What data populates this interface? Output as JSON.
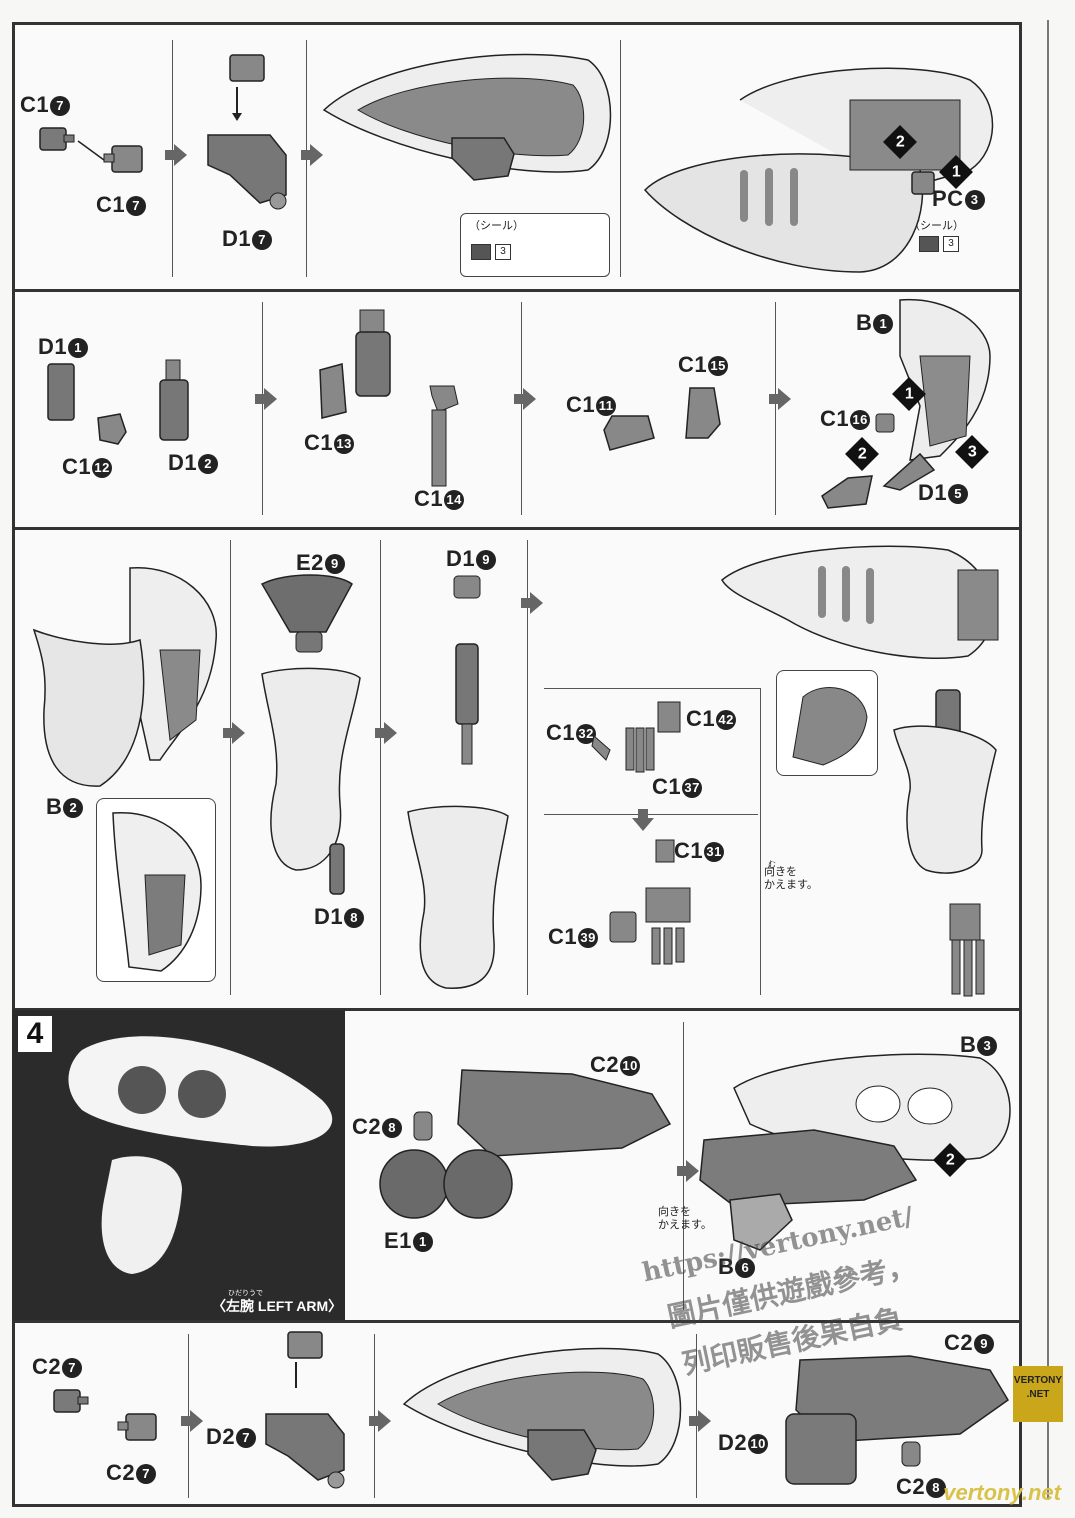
{
  "row1": {
    "labels": {
      "c17a": "C1",
      "c17a_n": "7",
      "c17b": "C1",
      "c17b_n": "7",
      "d17": "D1",
      "d17_n": "7",
      "pc3": "PC",
      "pc3_n": "3"
    },
    "steps": [
      "2",
      "1"
    ],
    "seal_left": {
      "title": "（シール）",
      "num": "3"
    },
    "seal_right": {
      "title": "（シール）",
      "num": "3"
    }
  },
  "row2": {
    "labels": {
      "d11": "D1",
      "d11_n": "1",
      "c112": "C1",
      "c112_n": "12",
      "d12": "D1",
      "d12_n": "2",
      "c113": "C1",
      "c113_n": "13",
      "c114": "C1",
      "c114_n": "14",
      "c111": "C1",
      "c111_n": "11",
      "c115": "C1",
      "c115_n": "15",
      "b1": "B",
      "b1_n": "1",
      "c116": "C1",
      "c116_n": "16",
      "d15": "D1",
      "d15_n": "5"
    },
    "steps": [
      "1",
      "2",
      "3"
    ]
  },
  "row3": {
    "labels": {
      "b2": "B",
      "b2_n": "2",
      "e29": "E2",
      "e29_n": "9",
      "d18": "D1",
      "d18_n": "8",
      "d19": "D1",
      "d19_n": "9",
      "c132": "C1",
      "c132_n": "32",
      "c142": "C1",
      "c142_n": "42",
      "c137": "C1",
      "c137_n": "37",
      "c131": "C1",
      "c131_n": "31",
      "c139": "C1",
      "c139_n": "39"
    },
    "note_ruby": "む",
    "note": "向きを\nかえます。"
  },
  "row4": {
    "step_number": "4",
    "caption_ruby": "ひだりうで",
    "caption": "〈左腕 LEFT ARM〉",
    "labels": {
      "c28": "C2",
      "c28_n": "8",
      "c210": "C2",
      "c210_n": "10",
      "e11": "E1",
      "e11_n": "1",
      "b3": "B",
      "b3_n": "3",
      "b6": "B",
      "b6_n": "6"
    },
    "steps": [
      "2"
    ],
    "note": "向きを\nかえます。"
  },
  "row5": {
    "labels": {
      "c27a": "C2",
      "c27a_n": "7",
      "c27b": "C2",
      "c27b_n": "7",
      "d27": "D2",
      "d27_n": "7",
      "c29": "C2",
      "c29_n": "9",
      "d210": "D2",
      "d210_n": "10",
      "c28b": "C2",
      "c28b_n": "8"
    }
  },
  "watermark": {
    "url": "https://vertony.net/",
    "line1": "圖片僅供遊戲參考，",
    "line2": "列印販售後果自負",
    "logo_l1": "VERTONY",
    "logo_l2": ".NET",
    "site": "vertony.net"
  },
  "colors": {
    "part_gray": "#7a7a7a",
    "shell_light": "#ececec",
    "ink": "#222222"
  }
}
